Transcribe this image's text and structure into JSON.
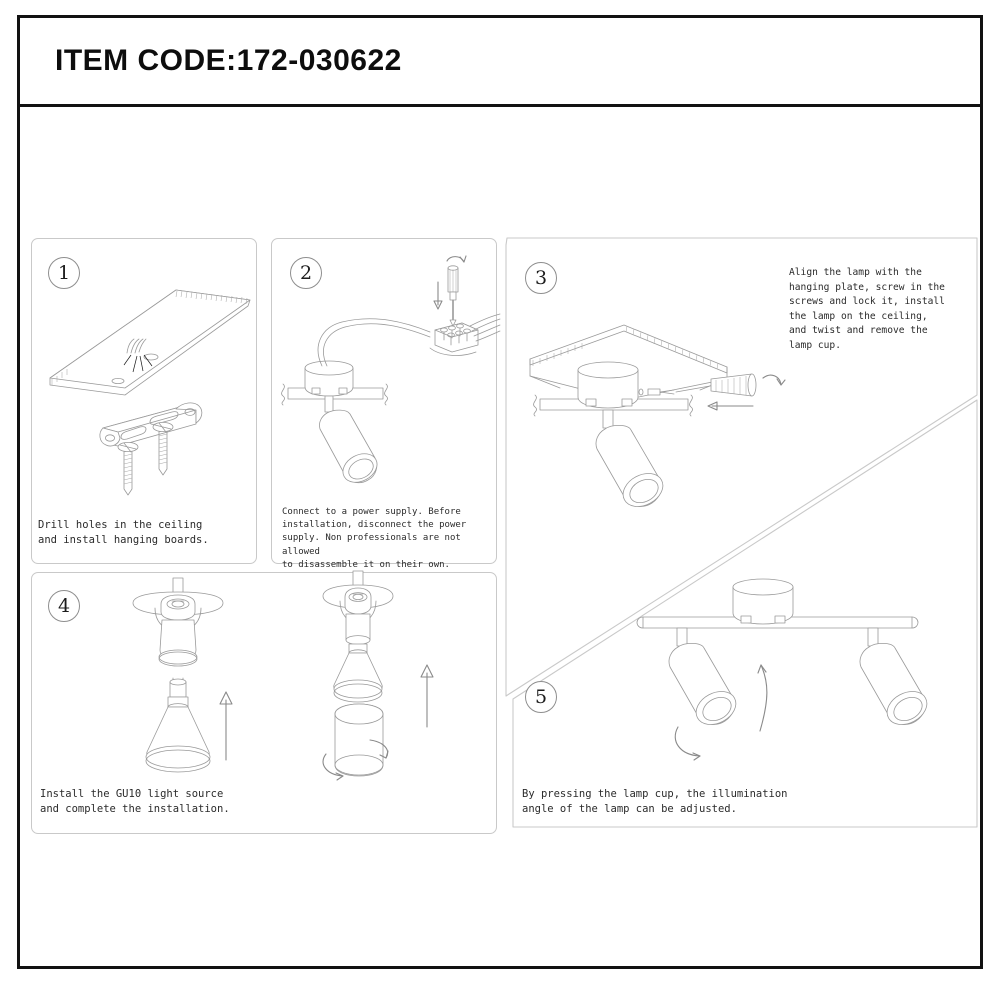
{
  "header": {
    "title": "ITEM CODE:172-030622"
  },
  "steps": [
    {
      "number": "1",
      "caption": "Drill holes in the ceiling\nand install hanging boards.",
      "illustration": "ceiling-plate-with-hanging-bracket-and-screws"
    },
    {
      "number": "2",
      "caption": "Connect to a power supply. Before\ninstallation, disconnect the power\nsupply. Non professionals are not allowed\nto disassemble it on their own.",
      "illustration": "spotlight-wired-to-terminal-block-with-screwdriver"
    },
    {
      "number": "3",
      "caption": "Align the lamp with the\nhanging plate, screw in the\nscrews and lock it, install\nthe lamp on the ceiling,\nand twist and remove the\nlamp cup.",
      "illustration": "lamp-mounted-on-ceiling-with-screwdriver-tightening-screw"
    },
    {
      "number": "4",
      "caption": "Install the GU10 light source\nand complete the installation.",
      "illustration": "gu10-bulb-inserted-into-lamp-head-and-cup-reattached"
    },
    {
      "number": "5",
      "caption": "By pressing the lamp cup, the illumination\nangle of the lamp can be adjusted.",
      "illustration": "twin-head-spotlight-bar-with-rotation-arrows"
    }
  ],
  "colors": {
    "frame": "#111111",
    "panel_border": "#c9c9c9",
    "line_art": "#8a8a8a",
    "text": "#2b2b2b"
  }
}
